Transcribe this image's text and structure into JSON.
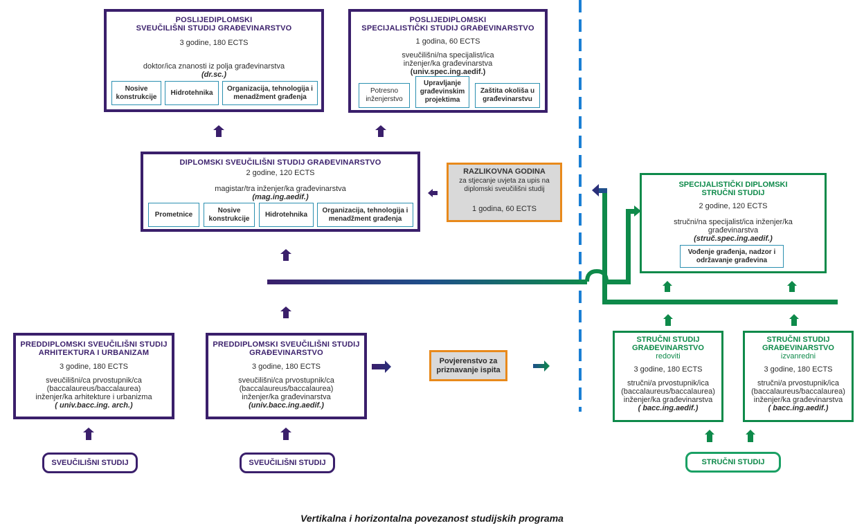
{
  "colors": {
    "purple": "#3a1f6b",
    "green": "#0e8a4a",
    "orange": "#e8891b",
    "blue_dash": "#1a7fd4",
    "grey_fill": "#d9d9d9"
  },
  "dashes": "____________________________________",
  "postgrad_doctoral": {
    "title_line1": "POSLIJEDIPLOMSKI",
    "title_line2": "SVEUČILIŠNI STUDIJ GRAĐEVINARSTVO",
    "duration": "3 godine, 180 ECTS",
    "degree": "doktor/ica znanosti iz polja građevinarstva",
    "abbr": "(dr.sc.)",
    "tracks": [
      "Nosive konstrukcije",
      "Hidrotehnika",
      "Organizacija, tehnologija i menadžment građenja"
    ]
  },
  "postgrad_specialist": {
    "title_line1": "POSLIJEDIPLOMSKI",
    "title_line2": "SPECIJALISTIČKI STUDIJ GRAĐEVINARSTVO",
    "duration": "1 godina, 60 ECTS",
    "degree_line1": "sveučilišni/na specijalist/ica",
    "degree_line2": "inženjer/ka građevinarstva",
    "abbr": "(univ.spec.ing.aedif.)",
    "tracks": [
      "Potresno inženjerstvo",
      "Upravljanje građevinskim projektima",
      "Zaštita okoliša u građevinarstvu"
    ]
  },
  "graduate": {
    "title": "DIPLOMSKI SVEUČILIŠNI STUDIJ GRAĐEVINARSTVO",
    "duration": "2 godine, 120 ECTS",
    "degree": "magistar/tra inženjer/ka građevinarstva",
    "abbr": "(mag.ing.aedif.)",
    "tracks": [
      "Prometnice",
      "Nosive konstrukcije",
      "Hidrotehnika",
      "Organizacija, tehnologija i menadžment građenja"
    ]
  },
  "bridge_year": {
    "title": "RAZLIKOVNA GODINA",
    "desc": "za stjecanje uvjeta za upis na diplomski sveučilišni studij",
    "duration": "1 godina, 60 ECTS"
  },
  "specialist_professional": {
    "title_line1": "SPECIJALISTIČKI DIPLOMSKI",
    "title_line2": "STRUČNI STUDIJ",
    "duration": "2 godine, 120 ECTS",
    "degree_line1": "stručni/na specijalist/ica inženjer/ka",
    "degree_line2": "građevinarstva",
    "abbr": "(struč.spec.ing.aedif.)",
    "track": "Vođenje građenja, nadzor i održavanje građevina"
  },
  "undergrad_arch": {
    "title_line1": "PREDDIPLOMSKI SVEUČILIŠNI STUDIJ",
    "title_line2": "ARHITEKTURA I URBANIZAM",
    "duration": "3 godine, 180 ECTS",
    "degree_line1": "sveučilišni/ca prvostupnik/ca",
    "degree_line2": "(baccalaureus/baccalaurea)",
    "degree_line3": "inženjer/ka arhitekture i urbanizma",
    "abbr": "( univ.bacc.ing. arch.)"
  },
  "undergrad_civil": {
    "title_line1": "PREDDIPLOMSKI SVEUČILIŠNI STUDIJ",
    "title_line2": "GRAĐEVINARSTVO",
    "duration": "3 godine, 180 ECTS",
    "degree_line1": "sveučilišni/ca prvostupnik/ca",
    "degree_line2": "(baccalaureus/baccalaurea)",
    "degree_line3": "inženjer/ka građevinarstva",
    "abbr": "(univ.bacc.ing.aedif.)"
  },
  "recognition_committee": "Povjerenstvo za priznavanje ispita",
  "professional_fulltime": {
    "title_line1": "STRUČNI STUDIJ",
    "title_line2": "GRAĐEVINARSTVO",
    "mode": "redoviti",
    "duration": "3 godine, 180 ECTS",
    "degree_line1": "stručni/a prvostupnik/ica",
    "degree_line2": "(baccalaureus/baccalaurea)",
    "degree_line3": "inženjer/ka građevinarstva",
    "abbr": "( bacc.ing.aedif.)"
  },
  "professional_parttime": {
    "title_line1": "STRUČNI STUDIJ",
    "title_line2": "GRAĐEVINARSTVO",
    "mode": "izvanredni",
    "duration": "3 godine, 180 ECTS",
    "degree_line1": "stručni/a prvostupnik/ica",
    "degree_line2": "(baccalaureus/baccalaurea)",
    "degree_line3": "inženjer/ka građevinarstva",
    "abbr": "( bacc.ing.aedif.)"
  },
  "pills": {
    "university_1": "SVEUČILIŠNI STUDIJ",
    "university_2": "SVEUČILIŠNI STUDIJ",
    "professional": "STRUČNI STUDIJ"
  },
  "caption": "Vertikalna i horizontalna povezanost studijskih programa"
}
